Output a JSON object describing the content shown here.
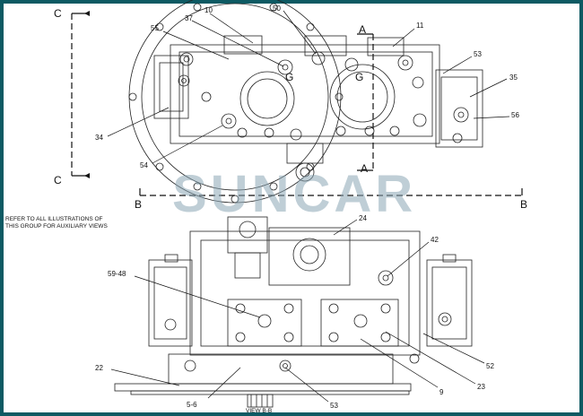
{
  "section_letters": {
    "c_top": "C",
    "c_bottom": "C",
    "a_top": "A",
    "a_bottom": "A",
    "b_left": "B",
    "b_right": "B",
    "g_left": "G",
    "g_right": "G"
  },
  "watermark": "SUNCAR",
  "note_line1": "REFER TO ALL ILLUSTRATIONS OF",
  "note_line2": "THIS GROUP FOR AUXILIARY VIEWS",
  "view_label": "VIEW B-B",
  "callouts_top": [
    "10",
    "50",
    "11",
    "37",
    "55",
    "53",
    "35",
    "56",
    "34",
    "54"
  ],
  "callouts_bottom": [
    "24",
    "42",
    "59-48",
    "22",
    "5-6",
    "53",
    "9",
    "23",
    "52"
  ],
  "colors": {
    "frame": "#0d5a63",
    "line": "#111111",
    "watermark": "#8aa6b4"
  }
}
